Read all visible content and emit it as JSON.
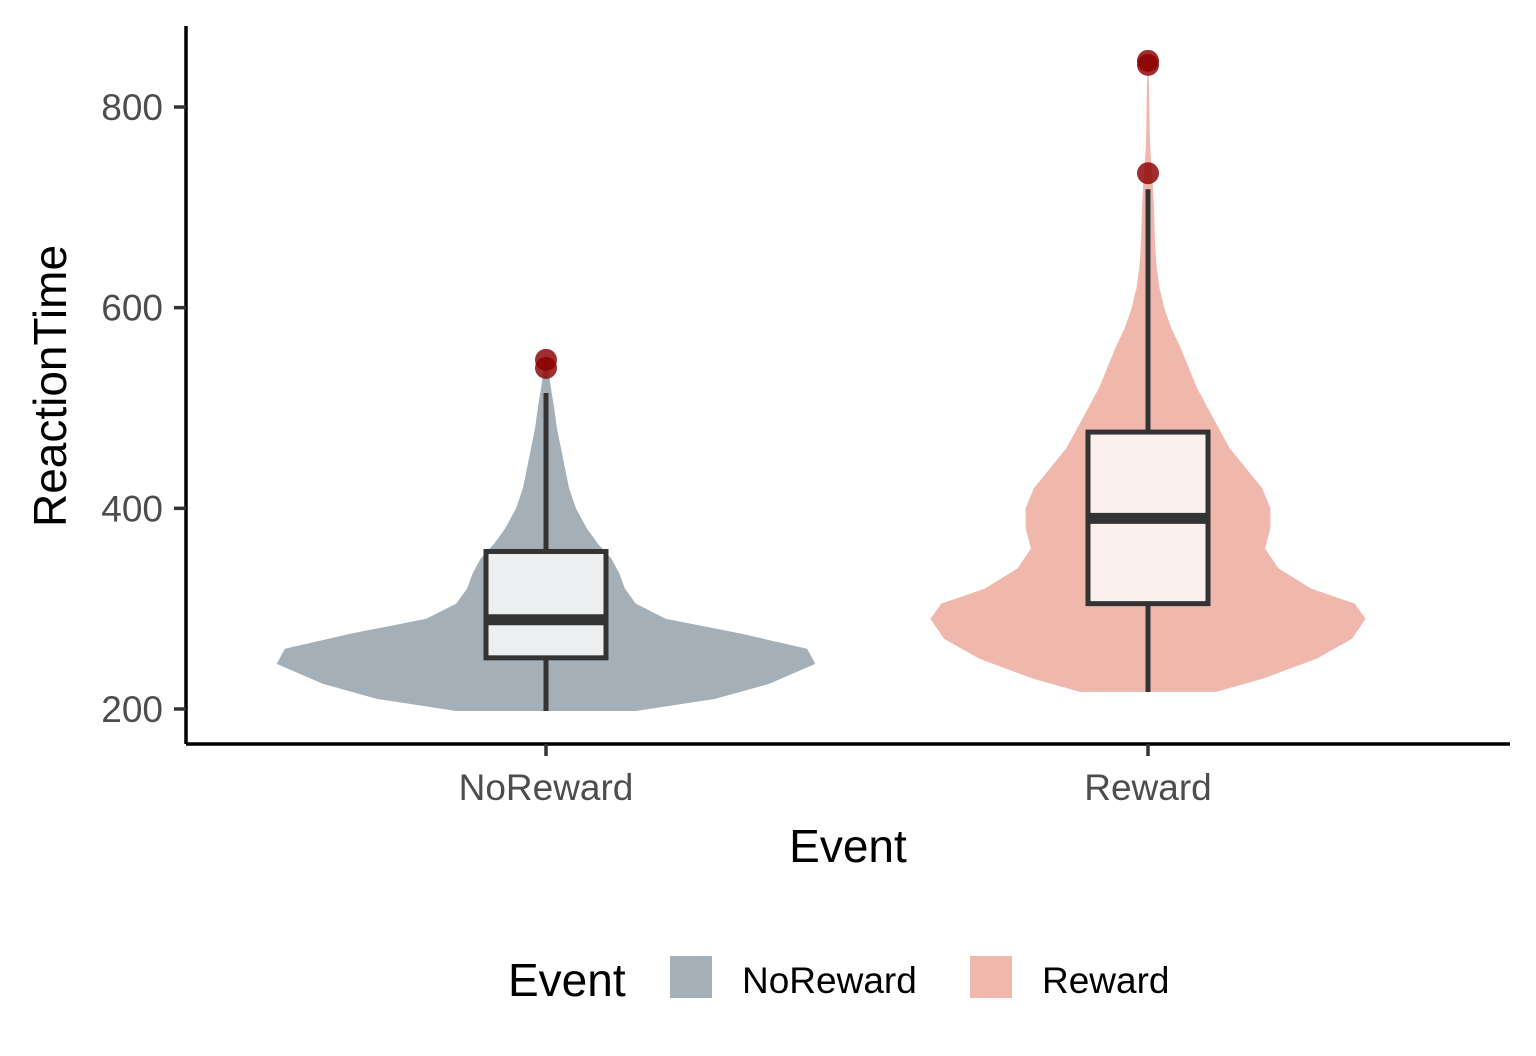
{
  "chart_data": {
    "type": "violin",
    "title": "",
    "xlabel": "Event",
    "ylabel": "ReactionTime",
    "ylim": [
      165,
      880
    ],
    "yticks": [
      200,
      400,
      600,
      800
    ],
    "categories": [
      "NoReward",
      "Reward"
    ],
    "grid": false,
    "legend": {
      "title": "Event",
      "position": "bottom",
      "entries": [
        {
          "label": "NoReward",
          "color": "#a4afb8"
        },
        {
          "label": "Reward",
          "color": "#f0b7ad"
        }
      ]
    },
    "series": [
      {
        "category": "NoReward",
        "violin_color": "#a4afb8",
        "box_color": "#edeef0",
        "min": 198,
        "q1": 251,
        "median": 289,
        "q3": 357,
        "max_whisker": 515,
        "outliers": [
          548,
          540
        ],
        "density": [
          [
            198,
            0.33
          ],
          [
            210,
            0.62
          ],
          [
            225,
            0.82
          ],
          [
            245,
            0.99
          ],
          [
            260,
            0.96
          ],
          [
            275,
            0.72
          ],
          [
            290,
            0.44
          ],
          [
            305,
            0.33
          ],
          [
            320,
            0.29
          ],
          [
            335,
            0.27
          ],
          [
            350,
            0.24
          ],
          [
            365,
            0.19
          ],
          [
            380,
            0.15
          ],
          [
            400,
            0.11
          ],
          [
            420,
            0.085
          ],
          [
            440,
            0.07
          ],
          [
            460,
            0.055
          ],
          [
            480,
            0.04
          ],
          [
            500,
            0.03
          ],
          [
            520,
            0.018
          ],
          [
            535,
            0.01
          ],
          [
            548,
            0
          ]
        ]
      },
      {
        "category": "Reward",
        "violin_color": "#f0b7ad",
        "box_color": "#fbf0ed",
        "min": 217,
        "q1": 305,
        "median": 390,
        "q3": 476,
        "max_whisker": 718,
        "outliers": [
          846,
          842,
          734
        ],
        "density": [
          [
            217,
            0.25
          ],
          [
            230,
            0.42
          ],
          [
            250,
            0.62
          ],
          [
            270,
            0.75
          ],
          [
            290,
            0.8
          ],
          [
            305,
            0.76
          ],
          [
            320,
            0.6
          ],
          [
            340,
            0.48
          ],
          [
            360,
            0.43
          ],
          [
            380,
            0.45
          ],
          [
            400,
            0.45
          ],
          [
            420,
            0.42
          ],
          [
            440,
            0.36
          ],
          [
            460,
            0.3
          ],
          [
            480,
            0.26
          ],
          [
            500,
            0.22
          ],
          [
            520,
            0.18
          ],
          [
            540,
            0.15
          ],
          [
            560,
            0.12
          ],
          [
            580,
            0.085
          ],
          [
            600,
            0.06
          ],
          [
            620,
            0.042
          ],
          [
            640,
            0.032
          ],
          [
            660,
            0.027
          ],
          [
            680,
            0.024
          ],
          [
            700,
            0.022
          ],
          [
            720,
            0.018
          ],
          [
            740,
            0.013
          ],
          [
            760,
            0.008
          ],
          [
            780,
            0.006
          ],
          [
            800,
            0.005
          ],
          [
            820,
            0.004
          ],
          [
            846,
            0
          ]
        ]
      }
    ]
  }
}
